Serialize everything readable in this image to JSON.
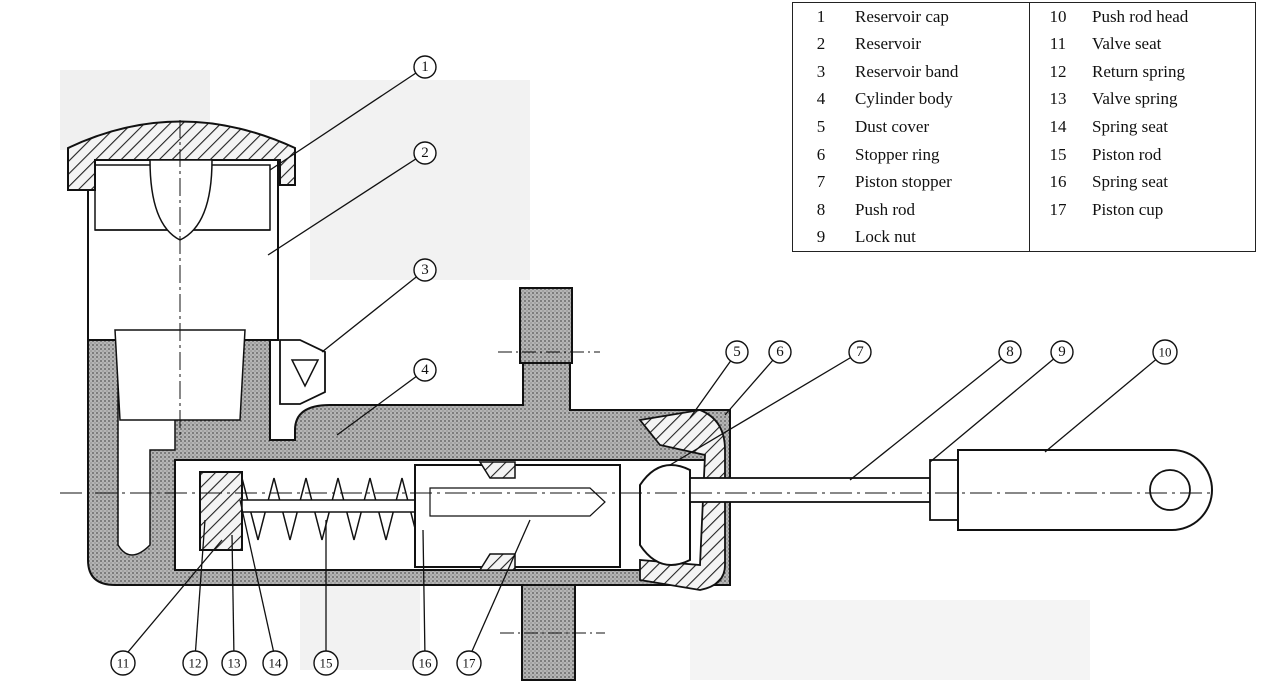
{
  "legend": {
    "rows": [
      {
        "left": {
          "num": "1",
          "name": "Reservoir cap"
        },
        "right": {
          "num": "10",
          "name": "Push rod head"
        }
      },
      {
        "left": {
          "num": "2",
          "name": "Reservoir"
        },
        "right": {
          "num": "11",
          "name": "Valve seat"
        }
      },
      {
        "left": {
          "num": "3",
          "name": "Reservoir band"
        },
        "right": {
          "num": "12",
          "name": "Return spring"
        }
      },
      {
        "left": {
          "num": "4",
          "name": "Cylinder body"
        },
        "right": {
          "num": "13",
          "name": "Valve spring"
        }
      },
      {
        "left": {
          "num": "5",
          "name": "Dust cover"
        },
        "right": {
          "num": "14",
          "name": "Spring seat"
        }
      },
      {
        "left": {
          "num": "6",
          "name": "Stopper ring"
        },
        "right": {
          "num": "15",
          "name": "Piston rod"
        }
      },
      {
        "left": {
          "num": "7",
          "name": "Piston stopper"
        },
        "right": {
          "num": "16",
          "name": "Spring seat"
        }
      },
      {
        "left": {
          "num": "8",
          "name": "Push rod"
        },
        "right": {
          "num": "17",
          "name": "Piston cup"
        }
      },
      {
        "left": {
          "num": "9",
          "name": "Lock nut"
        },
        "right": {
          "num": "",
          "name": ""
        }
      }
    ]
  },
  "callouts": [
    "1",
    "2",
    "3",
    "4",
    "5",
    "6",
    "7",
    "8",
    "9",
    "10",
    "11",
    "12",
    "13",
    "14",
    "15",
    "16",
    "17"
  ]
}
